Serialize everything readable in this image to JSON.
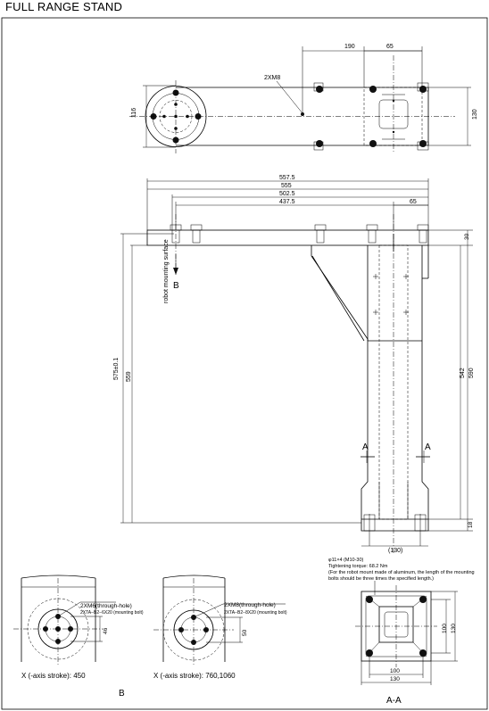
{
  "title": "FULL RANGE STAND",
  "top_view": {
    "dim_190": "190",
    "dim_65": "65",
    "hole_label": "2XM8",
    "dim_116": "116",
    "dim_130": "130"
  },
  "front_view": {
    "dim_557_5": "557.5",
    "dim_555": "555",
    "dim_502_5": "502.5",
    "dim_437_5": "437.5",
    "dim_65": "65",
    "dim_30": "30",
    "dim_542": "542",
    "dim_590": "590",
    "dim_575": "575±0.1",
    "dim_559": "559",
    "dim_18": "18",
    "dim_130": "(130)",
    "mount_surface": "robot mounting surface",
    "label_b": "B",
    "label_a_left": "A",
    "label_a_right": "A"
  },
  "view_b1": {
    "hole_label": "2XM6(through-hole)",
    "bolt_label": "2XTA−B2−6X20 (mounting bolt)",
    "dim_46": "46",
    "caption": "X (-axis stroke): 450"
  },
  "view_b2": {
    "hole_label": "2XM8(through-hole)",
    "bolt_label": "2XTA−B2−8X20 (mounting bolt)",
    "dim_50": "50",
    "caption": "X (-axis stroke): 760,1060"
  },
  "label_b_bottom": "B",
  "section_aa": {
    "note_line1": "φ11×4 (M10-30)",
    "note_line2": "Tightening torque: 68.2 Nm",
    "note_line3": "(For the robot mount made of aluminum, the length of the mounting",
    "note_line4": "bolts should be three times the specified length.)",
    "dim_100_v": "100",
    "dim_130_v": "130",
    "dim_100_h": "100",
    "dim_130_h": "130",
    "label": "A-A"
  }
}
